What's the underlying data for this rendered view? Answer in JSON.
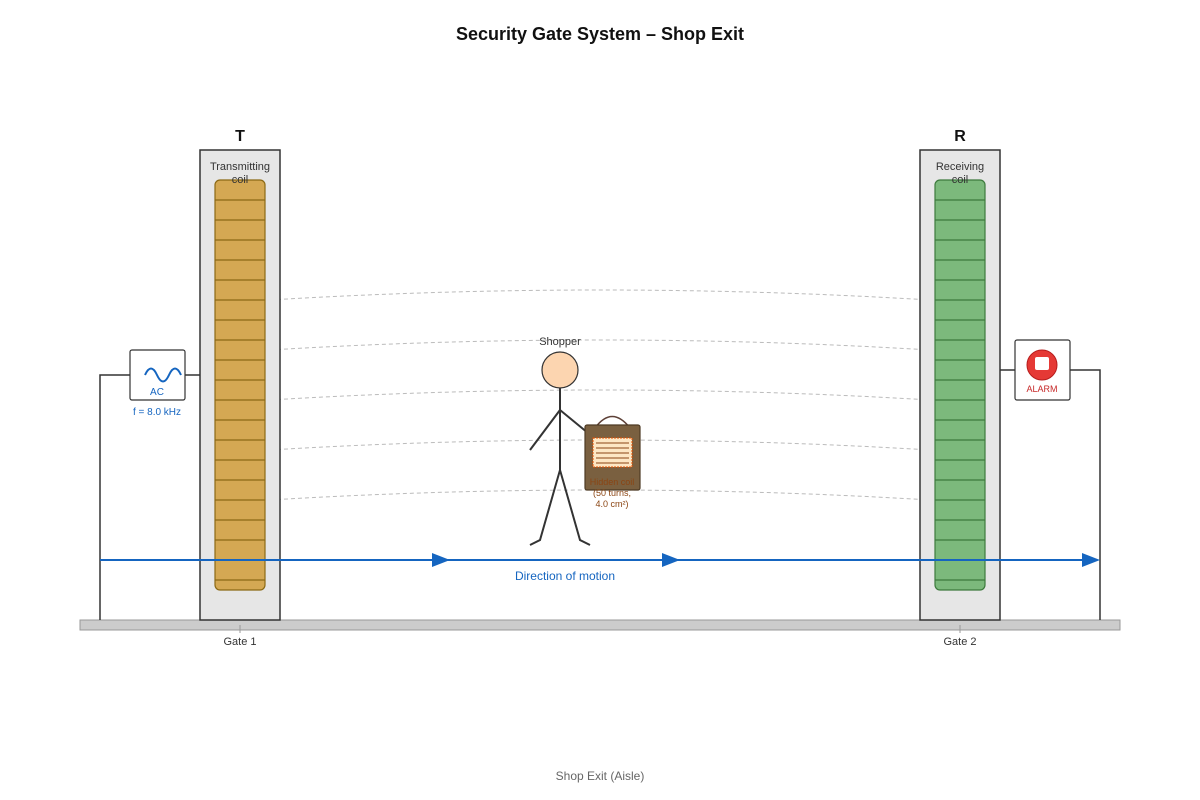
{
  "title": "Security Gate System – Shop Exit",
  "gates": {
    "transmitter": {
      "letter": "T",
      "label_line1": "Transmitting",
      "label_line2": "coil",
      "gate_label": "Gate 1",
      "coil_color": "#d4a853",
      "coil_stroke": "#8b6914"
    },
    "receiver": {
      "letter": "R",
      "label_line1": "Receiving",
      "label_line2": "coil",
      "gate_label": "Gate 2",
      "coil_color": "#7cb97c",
      "coil_stroke": "#3d7a3d"
    }
  },
  "ac_source": {
    "label": "AC",
    "frequency": "f = 8.0 kHz",
    "icon": "sine-wave-icon"
  },
  "alarm": {
    "label": "ALARM",
    "icon": "alarm-bell-icon",
    "color": "#e53935"
  },
  "shopper": {
    "label": "Shopper"
  },
  "bag": {
    "line1": "Hidden coil",
    "line2": "(50 turns,",
    "line3": "4.0 cm²)"
  },
  "motion": {
    "label": "Direction of motion",
    "color": "#1565c0"
  },
  "footer": "Shop Exit (Aisle)"
}
